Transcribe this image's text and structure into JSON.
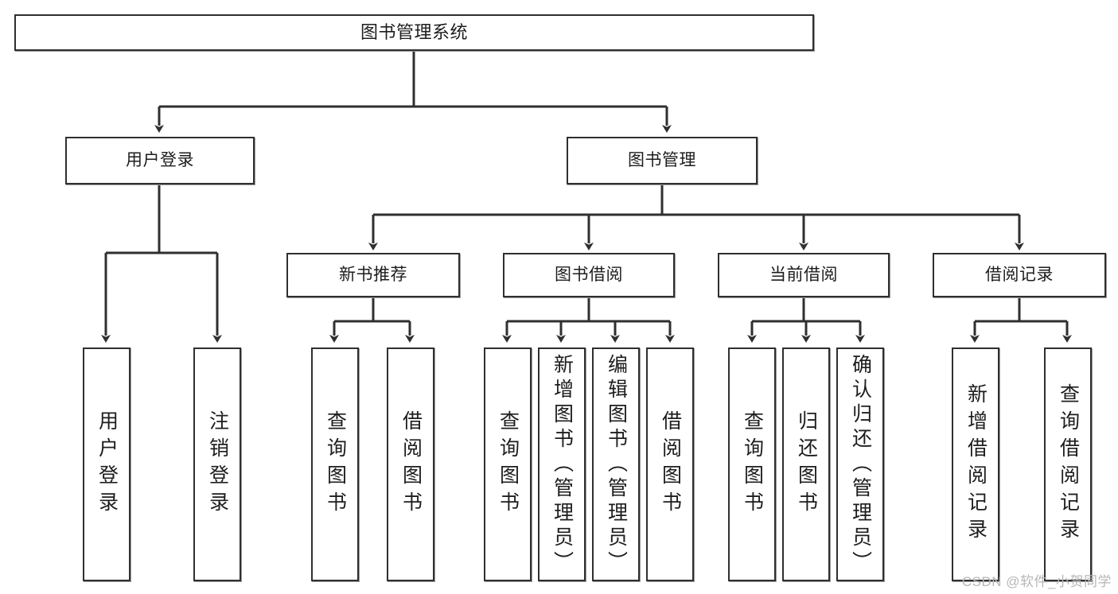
{
  "diagram": {
    "title": "图书管理系统",
    "type": "tree-hierarchy-diagram",
    "watermark": "CSDN @软件_小贺同学",
    "colors": {
      "box_border": "#2f2f2f",
      "box_fill": "#ffffff",
      "connector": "#2f2f2f",
      "background": "#ffffff",
      "watermark": "#b6b6b6"
    },
    "levels": {
      "level1": [
        {
          "id": "root",
          "label": "图书管理系统"
        }
      ],
      "level2": [
        {
          "id": "user-login",
          "label": "用户登录"
        },
        {
          "id": "book-manage",
          "label": "图书管理"
        }
      ],
      "level3": [
        {
          "id": "new-book-recommend",
          "label": "新书推荐"
        },
        {
          "id": "book-borrow",
          "label": "图书借阅"
        },
        {
          "id": "current-borrow",
          "label": "当前借阅"
        },
        {
          "id": "borrow-record",
          "label": "借阅记录"
        }
      ],
      "level4": [
        {
          "id": "leaf-user-login",
          "parent": "user-login",
          "label": "用户登录"
        },
        {
          "id": "leaf-logout-login",
          "parent": "user-login",
          "label": "注销登录"
        },
        {
          "id": "leaf-query-book-1",
          "parent": "new-book-recommend",
          "label": "查询图书"
        },
        {
          "id": "leaf-borrow-book-1",
          "parent": "new-book-recommend",
          "label": "借阅图书"
        },
        {
          "id": "leaf-query-book-2",
          "parent": "book-borrow",
          "label": "查询图书"
        },
        {
          "id": "leaf-add-book",
          "parent": "book-borrow",
          "label": "新增图书（管理员）"
        },
        {
          "id": "leaf-edit-book",
          "parent": "book-borrow",
          "label": "编辑图书（管理员）"
        },
        {
          "id": "leaf-borrow-book-2",
          "parent": "book-borrow",
          "label": "借阅图书"
        },
        {
          "id": "leaf-query-book-3",
          "parent": "current-borrow",
          "label": "查询图书"
        },
        {
          "id": "leaf-return-book",
          "parent": "current-borrow",
          "label": "归还图书"
        },
        {
          "id": "leaf-confirm-return",
          "parent": "current-borrow",
          "label": "确认归还（管理员）"
        },
        {
          "id": "leaf-add-record",
          "parent": "borrow-record",
          "label": "新增借阅记录"
        },
        {
          "id": "leaf-query-record",
          "parent": "borrow-record",
          "label": "查询借阅记录"
        }
      ]
    }
  }
}
